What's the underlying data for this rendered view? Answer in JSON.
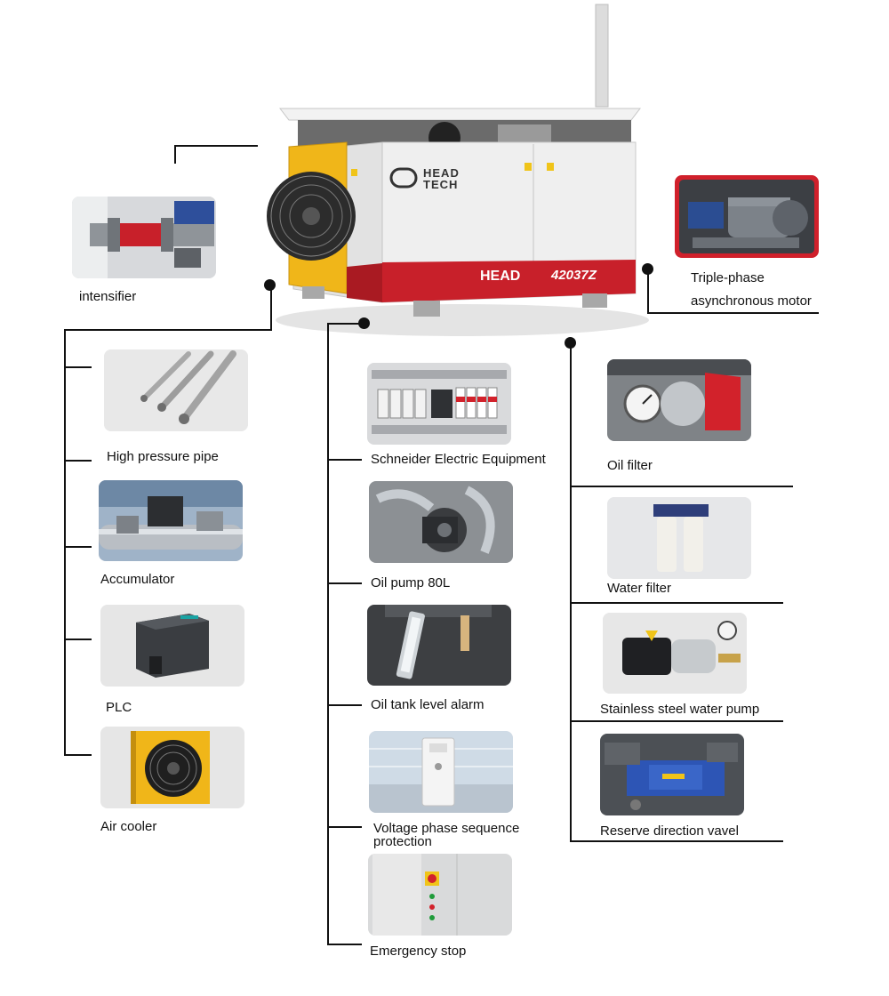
{
  "machine": {
    "brand_line1": "HEAD",
    "brand_line2": "TECH",
    "panel_left": "HEAD",
    "panel_right": "42037Z"
  },
  "components": {
    "intensifier": "intensifier",
    "motor_line1": "Triple-phase",
    "motor_line2": "asynchronous motor",
    "high_pressure_pipe": "High pressure pipe",
    "accumulator": "Accumulator",
    "plc": "PLC",
    "air_cooler": "Air cooler",
    "schneider": "Schneider Electric Equipment",
    "oil_pump": "Oil pump 80L",
    "oil_tank_alarm": "Oil tank level alarm",
    "voltage_protection_line1": "Voltage phase sequence",
    "voltage_protection_line2": "protection",
    "emergency_stop": "Emergency stop",
    "oil_filter": "Oil filter",
    "water_filter": "Water filter",
    "water_pump": "Stainless steel water pump",
    "reserve_valve": "Reserve direction vavel"
  },
  "colors": {
    "accent_red": "#c8202a",
    "machine_white": "#eeeeee",
    "fan_yellow": "#f0b619"
  }
}
